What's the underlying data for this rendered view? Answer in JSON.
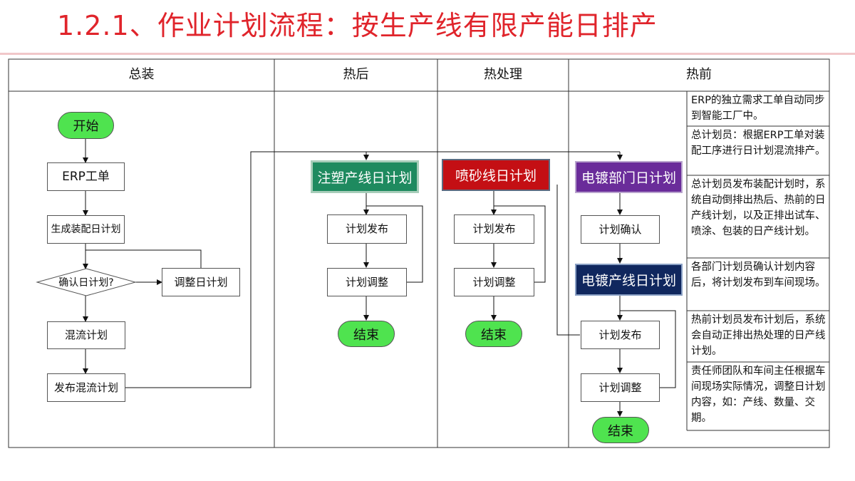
{
  "title": "1.2.1、作业计划流程：按生产线有限产能日排产",
  "lanes": [
    "总装",
    "热后",
    "热处理",
    "热前"
  ],
  "assembly": {
    "start": "开始",
    "erp": "ERP工单",
    "generate": "生成装配日计划",
    "confirm": "确认日计划?",
    "adjust": "调整日计划",
    "mixed": "混流计划",
    "publish_mixed": "发布混流计划"
  },
  "post_heat": {
    "plan": "注塑产线日计划",
    "publish": "计划发布",
    "adjust": "计划调整",
    "end": "结束"
  },
  "heat_treat": {
    "plan": "喷砂线日计划",
    "publish": "计划发布",
    "adjust": "计划调整",
    "end": "结束"
  },
  "pre_heat": {
    "dept_plan": "电镀部门日计划",
    "confirm": "计划确认",
    "line_plan": "电镀产线日计划",
    "publish": "计划发布",
    "adjust": "计划调整",
    "end": "结束"
  },
  "notes": [
    "ERP的独立需求工单自动同步到智能工厂中。",
    "总计划员：根据ERP工单对装配工序进行日计划混流排产。",
    "总计划员发布装配计划时，系统自动倒排出热后、热前的日产线计划，以及正排出试车、喷涂、包装的日产线计划。",
    "各部门计划员确认计划内容后，将计划发布到车间现场。",
    "热前计划员发布计划后，系统会自动正排出热处理的日产线计划。",
    "责任师团队和车间主任根据车间现场实际情况，调整日计划内容，如：产线、数量、交期。"
  ],
  "colors": {
    "title": "#e0242b",
    "terminal": "#4fe34f",
    "post_heat_plan": "#1e8a5f",
    "heat_treat_plan": "#c40f14",
    "pre_heat_dept_plan": "#6a2c9a",
    "pre_heat_line_plan": "#10275e"
  }
}
